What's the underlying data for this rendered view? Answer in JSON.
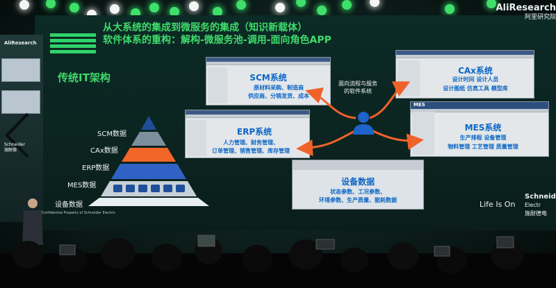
{
  "slide": {
    "heading_line1": "从大系统的集成到微服务的集成（知识新载体）",
    "heading_line2": "软件体系的重构：解构-微服务池-调用-面向角色APP",
    "section_title": "传统IT架构",
    "brand_top": "AliResearch",
    "brand_top_sub": "阿里研究院",
    "brand_side": "AliResearch",
    "side_schneider_1": "Schneider",
    "side_schneider_2": "施耐德",
    "footer_text": "Confidential Property of Schneider Electric",
    "lifeison": "Life Is On",
    "schneider_br_1": "Schneide",
    "schneider_br_2": "Electr",
    "schneider_br_3": "施耐德电"
  },
  "pyramid": {
    "labels": [
      "SCM数据",
      "CAx数据",
      "ERP数据",
      "MES数据",
      "设备数据"
    ],
    "colors": {
      "top": "#1f4f9a",
      "scm_band": "#7d8f9c",
      "cax_band": "#f2662a",
      "erp_band": "#2f62c4",
      "mes_band": "#c7d0d8",
      "base": "#e8eff4",
      "blocks": "#1f4f9a"
    }
  },
  "center": {
    "text": "面向流程与服务的软件系统"
  },
  "panels": {
    "scm": {
      "title": "SCM系统",
      "line1": "原材料采购、制造商",
      "line2": "供应商、分销发货、成本"
    },
    "cax": {
      "title": "CAx系统",
      "line1": "设计时间  设计人员",
      "line2": "设计图纸  仿真工具  模型库"
    },
    "erp": {
      "title": "ERP系统",
      "line1": "人力管理、财务管理、",
      "line2": "订单管理、销售管理、库存管理"
    },
    "mes": {
      "title": "MES系统",
      "line1": "生产排程  设备管理",
      "line2": "物料管理  工艺管理  质量管理",
      "logo": "MES"
    },
    "equip": {
      "title": "设备数据",
      "line1": "状态参数、工况参数、",
      "line2": "环境参数、生产质量、能耗数据"
    }
  },
  "colors": {
    "accent_green": "#3fdc6b",
    "panel_text_blue": "#0c66c6",
    "arrow_orange": "#f0622a",
    "person_blue": "#1e63c9"
  }
}
